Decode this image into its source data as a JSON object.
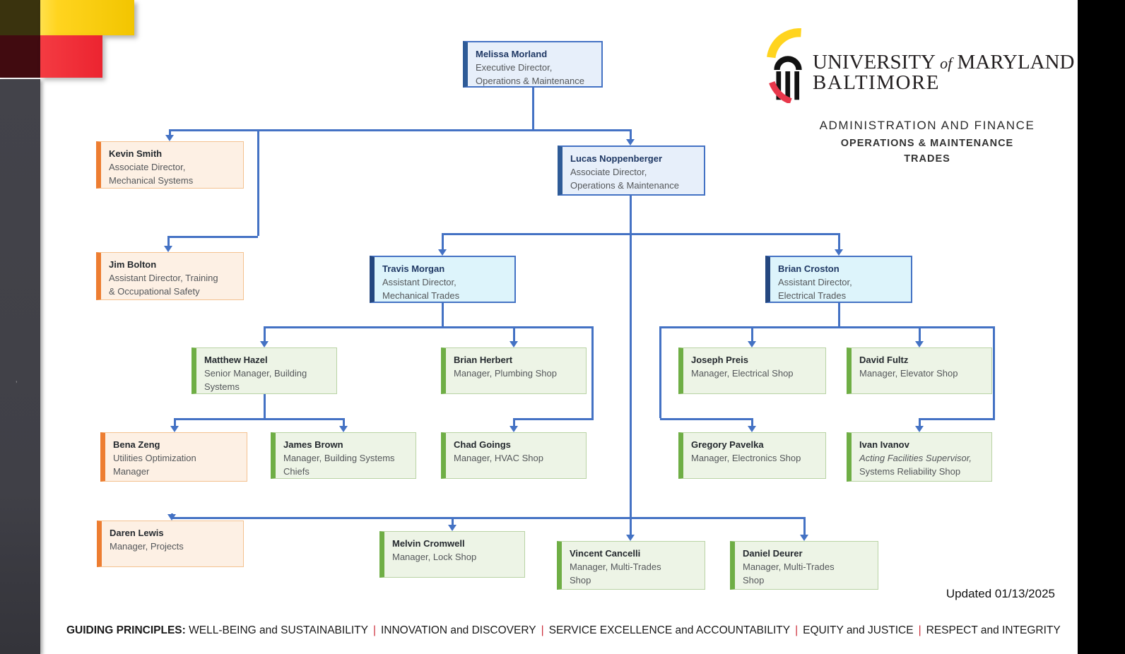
{
  "logo": {
    "word1": "UNIVERSITY",
    "word2": "of",
    "word3": "MARYLAND",
    "word4": "BALTIMORE"
  },
  "header": {
    "org_line1": "ADMINISTRATION AND FINANCE",
    "org_line2": "OPERATIONS & MAINTENANCE",
    "org_line3": "TRADES"
  },
  "org_chart": {
    "nodes": [
      {
        "name": "Melissa Morland",
        "title": "Executive Director,\nOperations & Maintenance",
        "style": "blue"
      },
      {
        "name": "Kevin Smith",
        "title": "Associate Director,\nMechanical Systems",
        "style": "peach"
      },
      {
        "name": "Lucas Noppenberger",
        "title": "Associate Director,\nOperations & Maintenance",
        "style": "blue"
      },
      {
        "name": "Jim Bolton",
        "title": "Assistant Director, Training\n& Occupational Safety",
        "style": "peach"
      },
      {
        "name": "Travis Morgan",
        "title": "Assistant Director,\nMechanical Trades",
        "style": "cyan"
      },
      {
        "name": "Brian Croston",
        "title": "Assistant Director,\nElectrical Trades",
        "style": "cyan"
      },
      {
        "name": "Matthew Hazel",
        "title": "Senior Manager, Building\nSystems",
        "style": "green"
      },
      {
        "name": "Brian Herbert",
        "title": "Manager, Plumbing Shop",
        "style": "green"
      },
      {
        "name": "Joseph Preis",
        "title": "Manager, Electrical Shop",
        "style": "green"
      },
      {
        "name": "David Fultz",
        "title": "Manager, Elevator Shop",
        "style": "green"
      },
      {
        "name": "Bena Zeng",
        "title": "Utilities Optimization\nManager",
        "style": "peach"
      },
      {
        "name": "James Brown",
        "title": "Manager, Building Systems\nChiefs",
        "style": "green"
      },
      {
        "name": "Chad Goings",
        "title": "Manager, HVAC Shop",
        "style": "green"
      },
      {
        "name": "Gregory Pavelka",
        "title": "Manager, Electronics Shop",
        "style": "green"
      },
      {
        "name": "Ivan Ivanov",
        "title_italic": "Acting Facilities Supervisor,",
        "title_rest": "\nSystems Reliability Shop",
        "style": "green"
      },
      {
        "name": "Daren Lewis",
        "title": "Manager, Projects",
        "style": "peach"
      },
      {
        "name": "Melvin Cromwell",
        "title": "Manager, Lock Shop",
        "style": "green"
      },
      {
        "name": "Vincent Cancelli",
        "title": "Manager, Multi-Trades\nShop",
        "style": "green"
      },
      {
        "name": "Daniel Deurer",
        "title": "Manager, Multi-Trades\nShop",
        "style": "green"
      }
    ]
  },
  "footer": {
    "updated": "Updated 01/13/2025",
    "principles_label": "GUIDING PRINCIPLES:",
    "principles": [
      "WELL-BEING and SUSTAINABILITY",
      "INNOVATION and DISCOVERY",
      "SERVICE EXCELLENCE and ACCOUNTABILITY",
      "EQUITY and JUSTICE",
      "RESPECT and INTEGRITY"
    ],
    "separator": "|"
  },
  "colors": {
    "connector_blue": "#4472c4",
    "brand_yellow": "#ffd41f",
    "brand_red": "#ec2430",
    "dark_olive": "#3a330e",
    "dark_maroon": "#410b10",
    "gray_bar": "#404047",
    "separator_red": "#cc2f3b",
    "box_blue_accent": "#2e5b97",
    "box_cyan_accent": "#24477f",
    "box_peach_accent": "#ed7d31",
    "box_green_accent": "#6fae45"
  }
}
